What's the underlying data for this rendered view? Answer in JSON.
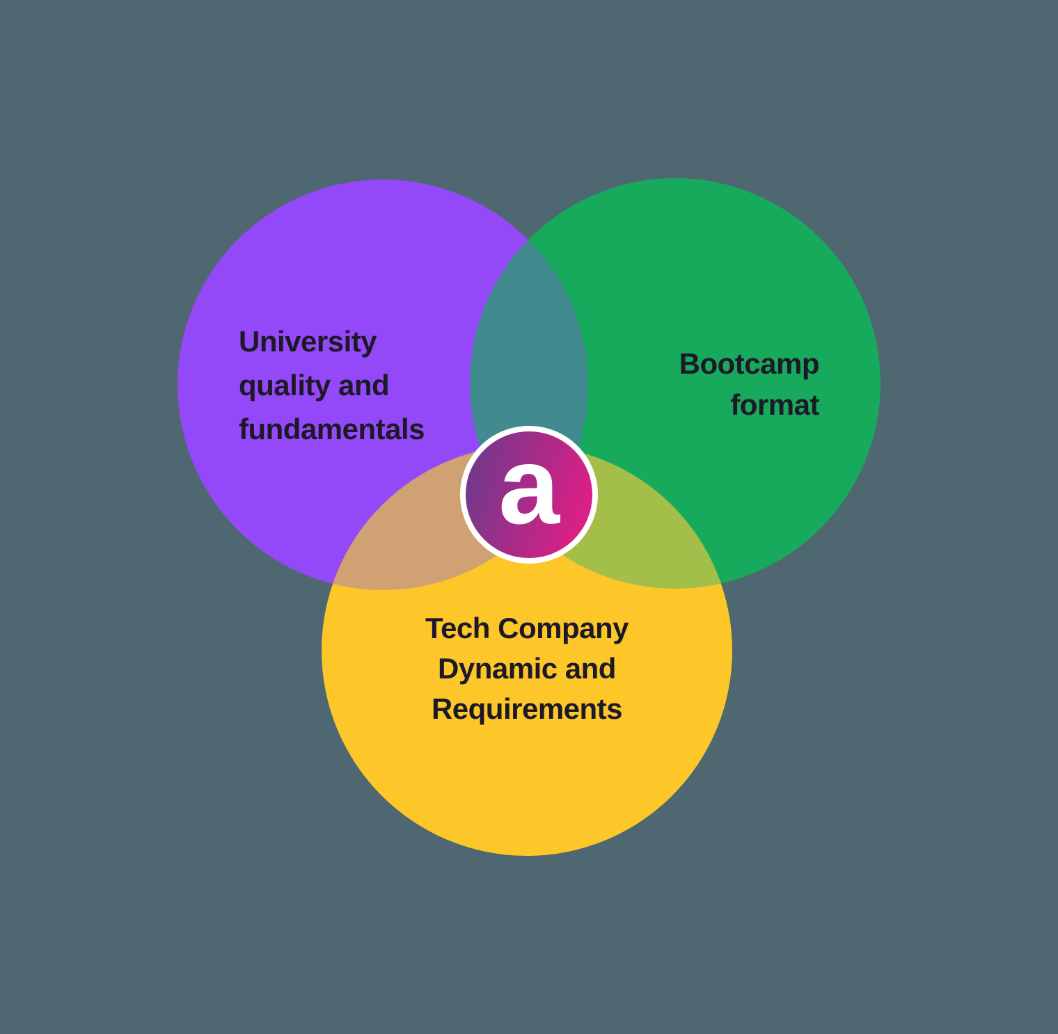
{
  "page": {
    "background_color": "#4e6770"
  },
  "diagram": {
    "type": "venn",
    "label_text_color": "#1d1927",
    "sets": [
      {
        "id": "university",
        "name": "University quality and fundamentals",
        "label_lines": [
          "University",
          "quality and",
          "fundamentals"
        ],
        "color": "#9349f8"
      },
      {
        "id": "bootcamp",
        "name": "Bootcamp format",
        "label_lines": [
          "Bootcamp",
          "format"
        ],
        "color": "#17aa5c"
      },
      {
        "id": "tech-company",
        "name": "Tech Company Dynamic and Requirements",
        "label_lines": [
          "Tech Company",
          "Dynamic and",
          "Requirements"
        ],
        "color": "#fdc72a"
      }
    ],
    "overlaps": {
      "university_bootcamp_color": "#418a90",
      "university_tech_color": "#cfa173",
      "bootcamp_tech_color": "#a3bf4a"
    }
  },
  "logo": {
    "letter": "a",
    "letter_color": "#ffffff",
    "ring_color": "#ffffff",
    "gradient_start": "#643c8c",
    "gradient_end": "#d82086"
  }
}
